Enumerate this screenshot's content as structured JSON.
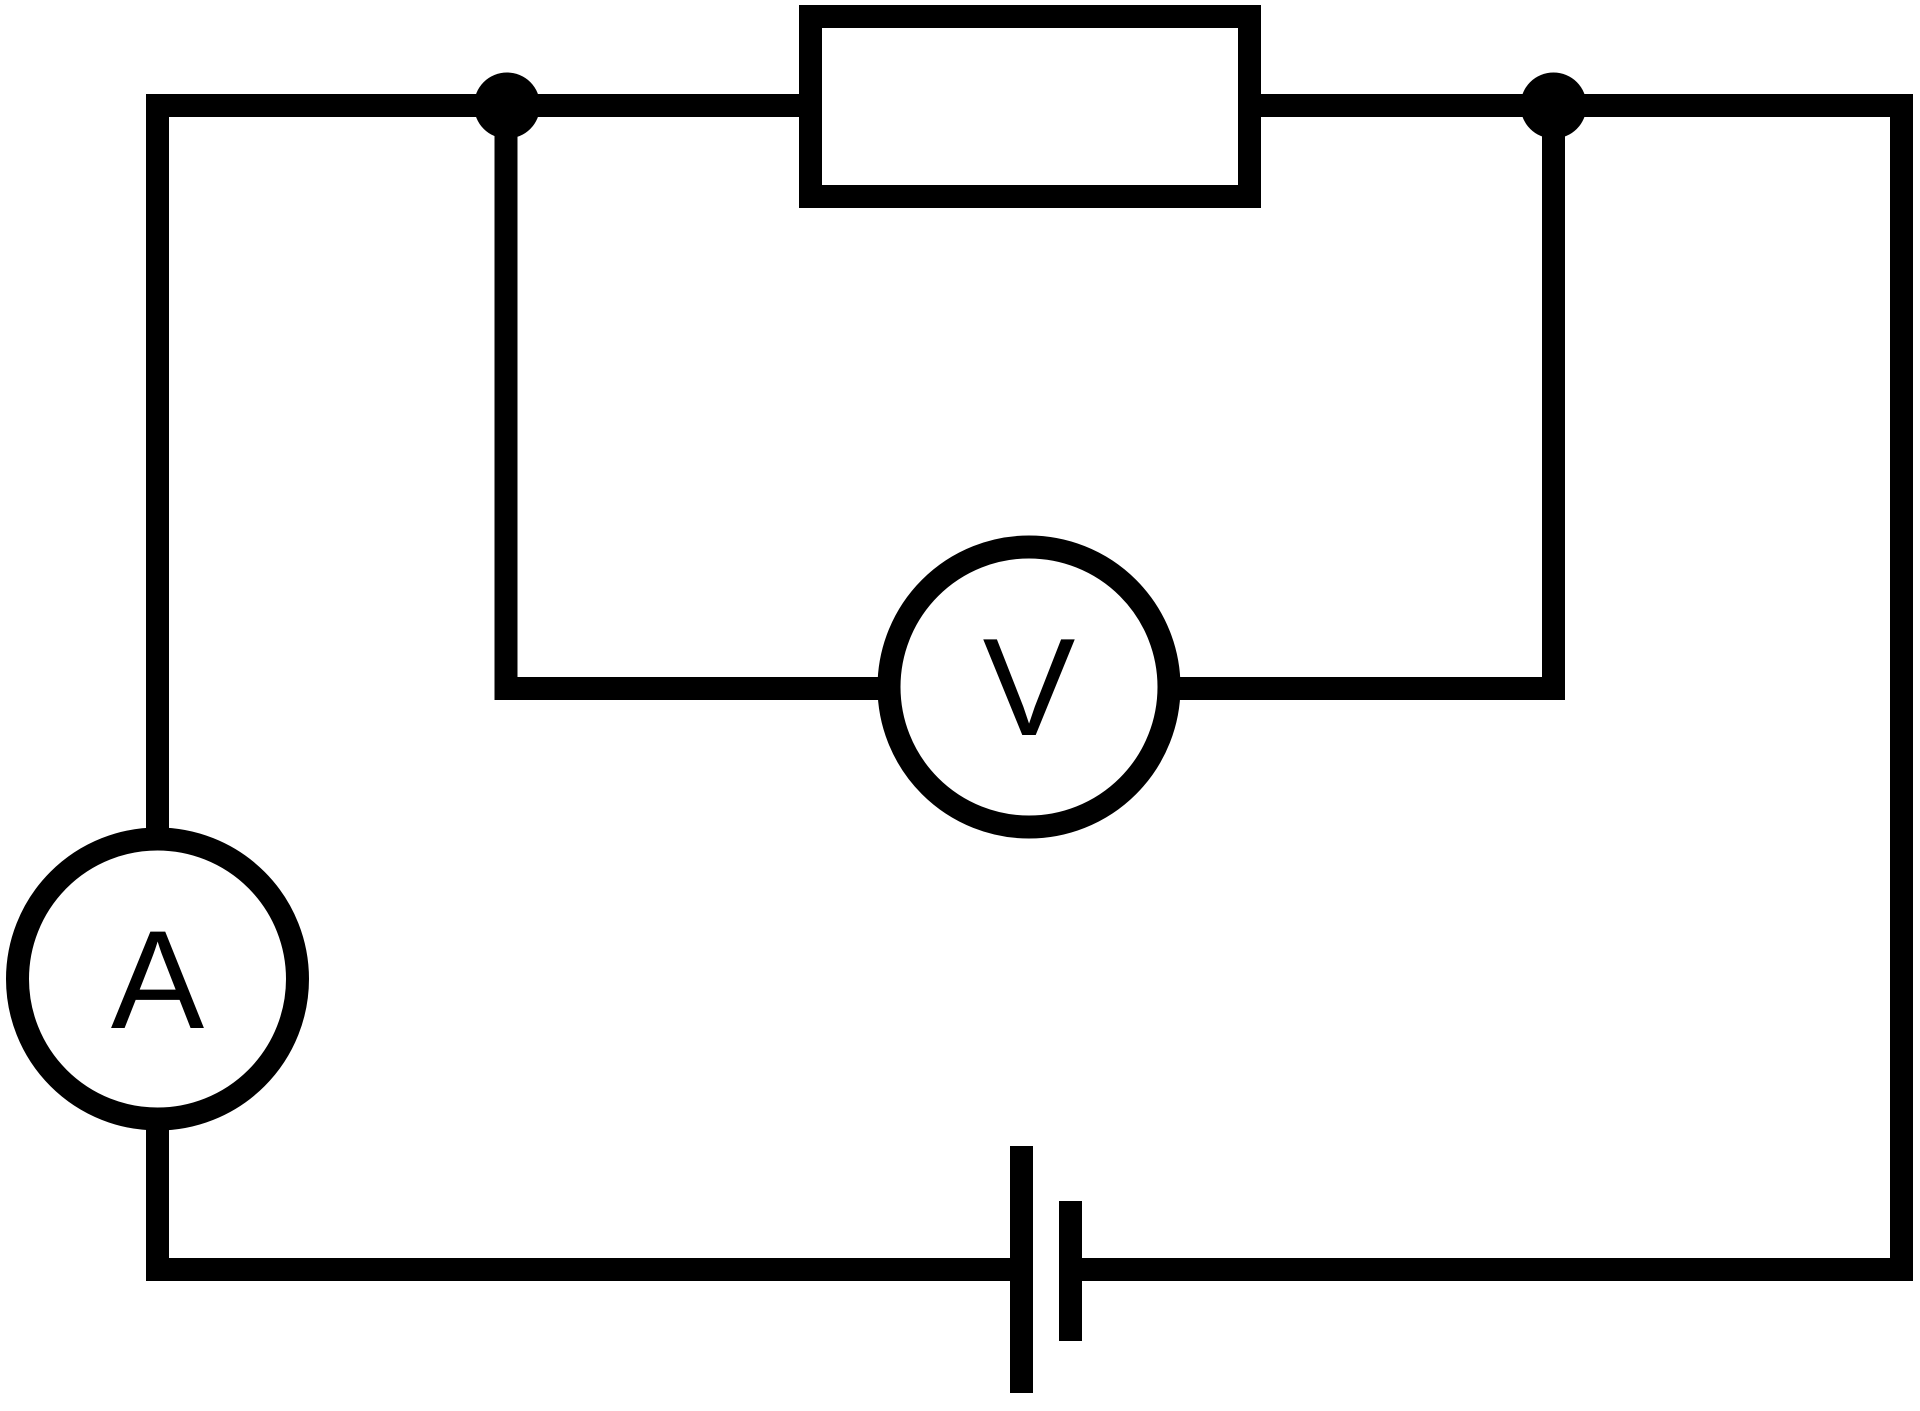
{
  "colors": {
    "line": "#000000",
    "background": "#ffffff"
  },
  "components": {
    "resistor": {
      "type": "resistor",
      "label": ""
    },
    "voltmeter": {
      "type": "voltmeter",
      "label": "V"
    },
    "ammeter": {
      "type": "ammeter",
      "label": "A"
    },
    "battery": {
      "type": "cell",
      "label": ""
    },
    "junctions": {
      "count": 2
    }
  }
}
